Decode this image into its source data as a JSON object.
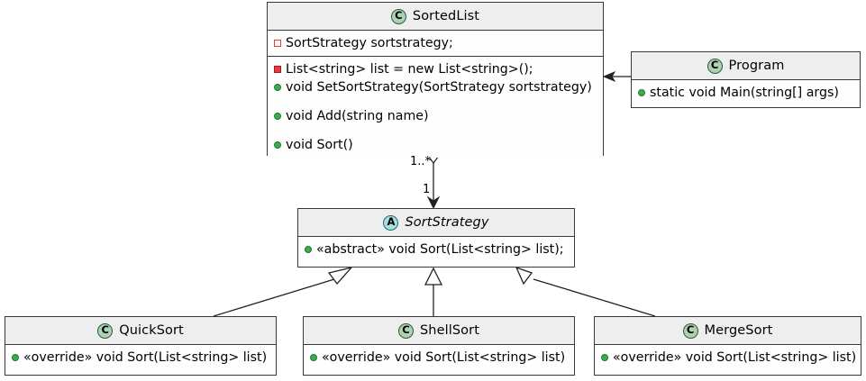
{
  "diagram": {
    "type": "uml-class-diagram",
    "title": "SortStrategy pattern class diagram",
    "colors": {
      "box_fill": "#FEFEFE",
      "header_fill": "#EEEEEE",
      "border": "#383838",
      "class_icon_fill": "#ADD1B2",
      "abstract_icon_fill": "#A9DCDF",
      "public_marker": "#38AD52",
      "private_marker": "#E8383D",
      "protected_marker": "#E8383D"
    }
  },
  "classes": {
    "sortedlist": {
      "name": "SortedList",
      "stereotype_letter": "C",
      "stereotype_name": "class",
      "fields": [
        {
          "visibility": "protected",
          "text": "SortStrategy sortstrategy;"
        }
      ],
      "members": [
        {
          "visibility": "private",
          "text": "List<string> list = new List<string>();"
        },
        {
          "visibility": "public",
          "text": "void SetSortStrategy(SortStrategy sortstrategy)"
        },
        {
          "visibility": "public",
          "text": "void Add(string name)"
        },
        {
          "visibility": "public",
          "text": "void Sort()"
        }
      ]
    },
    "program": {
      "name": "Program",
      "stereotype_letter": "C",
      "stereotype_name": "class",
      "members": [
        {
          "visibility": "public",
          "text": "static void Main(string[] args)"
        }
      ]
    },
    "sortstrategy": {
      "name": "SortStrategy",
      "stereotype_letter": "A",
      "stereotype_name": "abstract class",
      "is_abstract": true,
      "members": [
        {
          "visibility": "public",
          "text": "«abstract» void Sort(List<string> list);"
        }
      ]
    },
    "quicksort": {
      "name": "QuickSort",
      "stereotype_letter": "C",
      "stereotype_name": "class",
      "members": [
        {
          "visibility": "public",
          "text": "«override» void Sort(List<string> list)"
        }
      ]
    },
    "shellsort": {
      "name": "ShellSort",
      "stereotype_letter": "C",
      "stereotype_name": "class",
      "members": [
        {
          "visibility": "public",
          "text": "«override» void Sort(List<string> list)"
        }
      ]
    },
    "mergesort": {
      "name": "MergeSort",
      "stereotype_letter": "C",
      "stereotype_name": "class",
      "members": [
        {
          "visibility": "public",
          "text": "«override» void Sort(List<string> list)"
        }
      ]
    }
  },
  "relations": {
    "aggregation": {
      "from": "SortedList",
      "to": "SortStrategy",
      "kind": "aggregation",
      "source_multiplicity": "1..*",
      "target_multiplicity": "1"
    },
    "association": {
      "from": "Program",
      "to": "SortedList",
      "kind": "directed-association"
    },
    "inheritance": [
      {
        "from": "QuickSort",
        "to": "SortStrategy"
      },
      {
        "from": "ShellSort",
        "to": "SortStrategy"
      },
      {
        "from": "MergeSort",
        "to": "SortStrategy"
      }
    ]
  }
}
